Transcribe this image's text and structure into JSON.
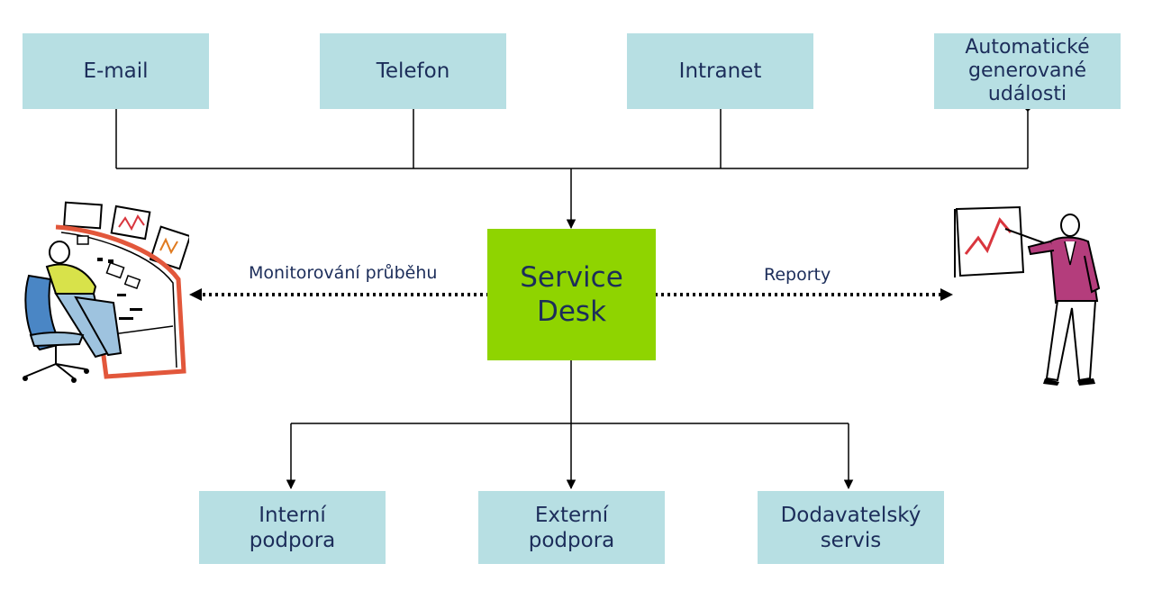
{
  "inputs": {
    "email": "E-mail",
    "phone": "Telefon",
    "intranet": "Intranet",
    "auto_events": "Automatické\ngenerované\nudálosti"
  },
  "center": {
    "label": "Service\nDesk"
  },
  "outputs": {
    "internal": "Interní\npodpora",
    "external": "Externí\npodpora",
    "supplier": "Dodavatelský\nservis"
  },
  "side_labels": {
    "left": "Monitorování průběhu",
    "right": "Reporty"
  },
  "colors": {
    "box_fill": "#b7dfe3",
    "center_fill": "#8fd400",
    "text": "#1c2d5a",
    "line": "#000000"
  },
  "icons": {
    "left": "operator-at-control-desk-clipart",
    "right": "presenter-with-chart-clipart"
  }
}
